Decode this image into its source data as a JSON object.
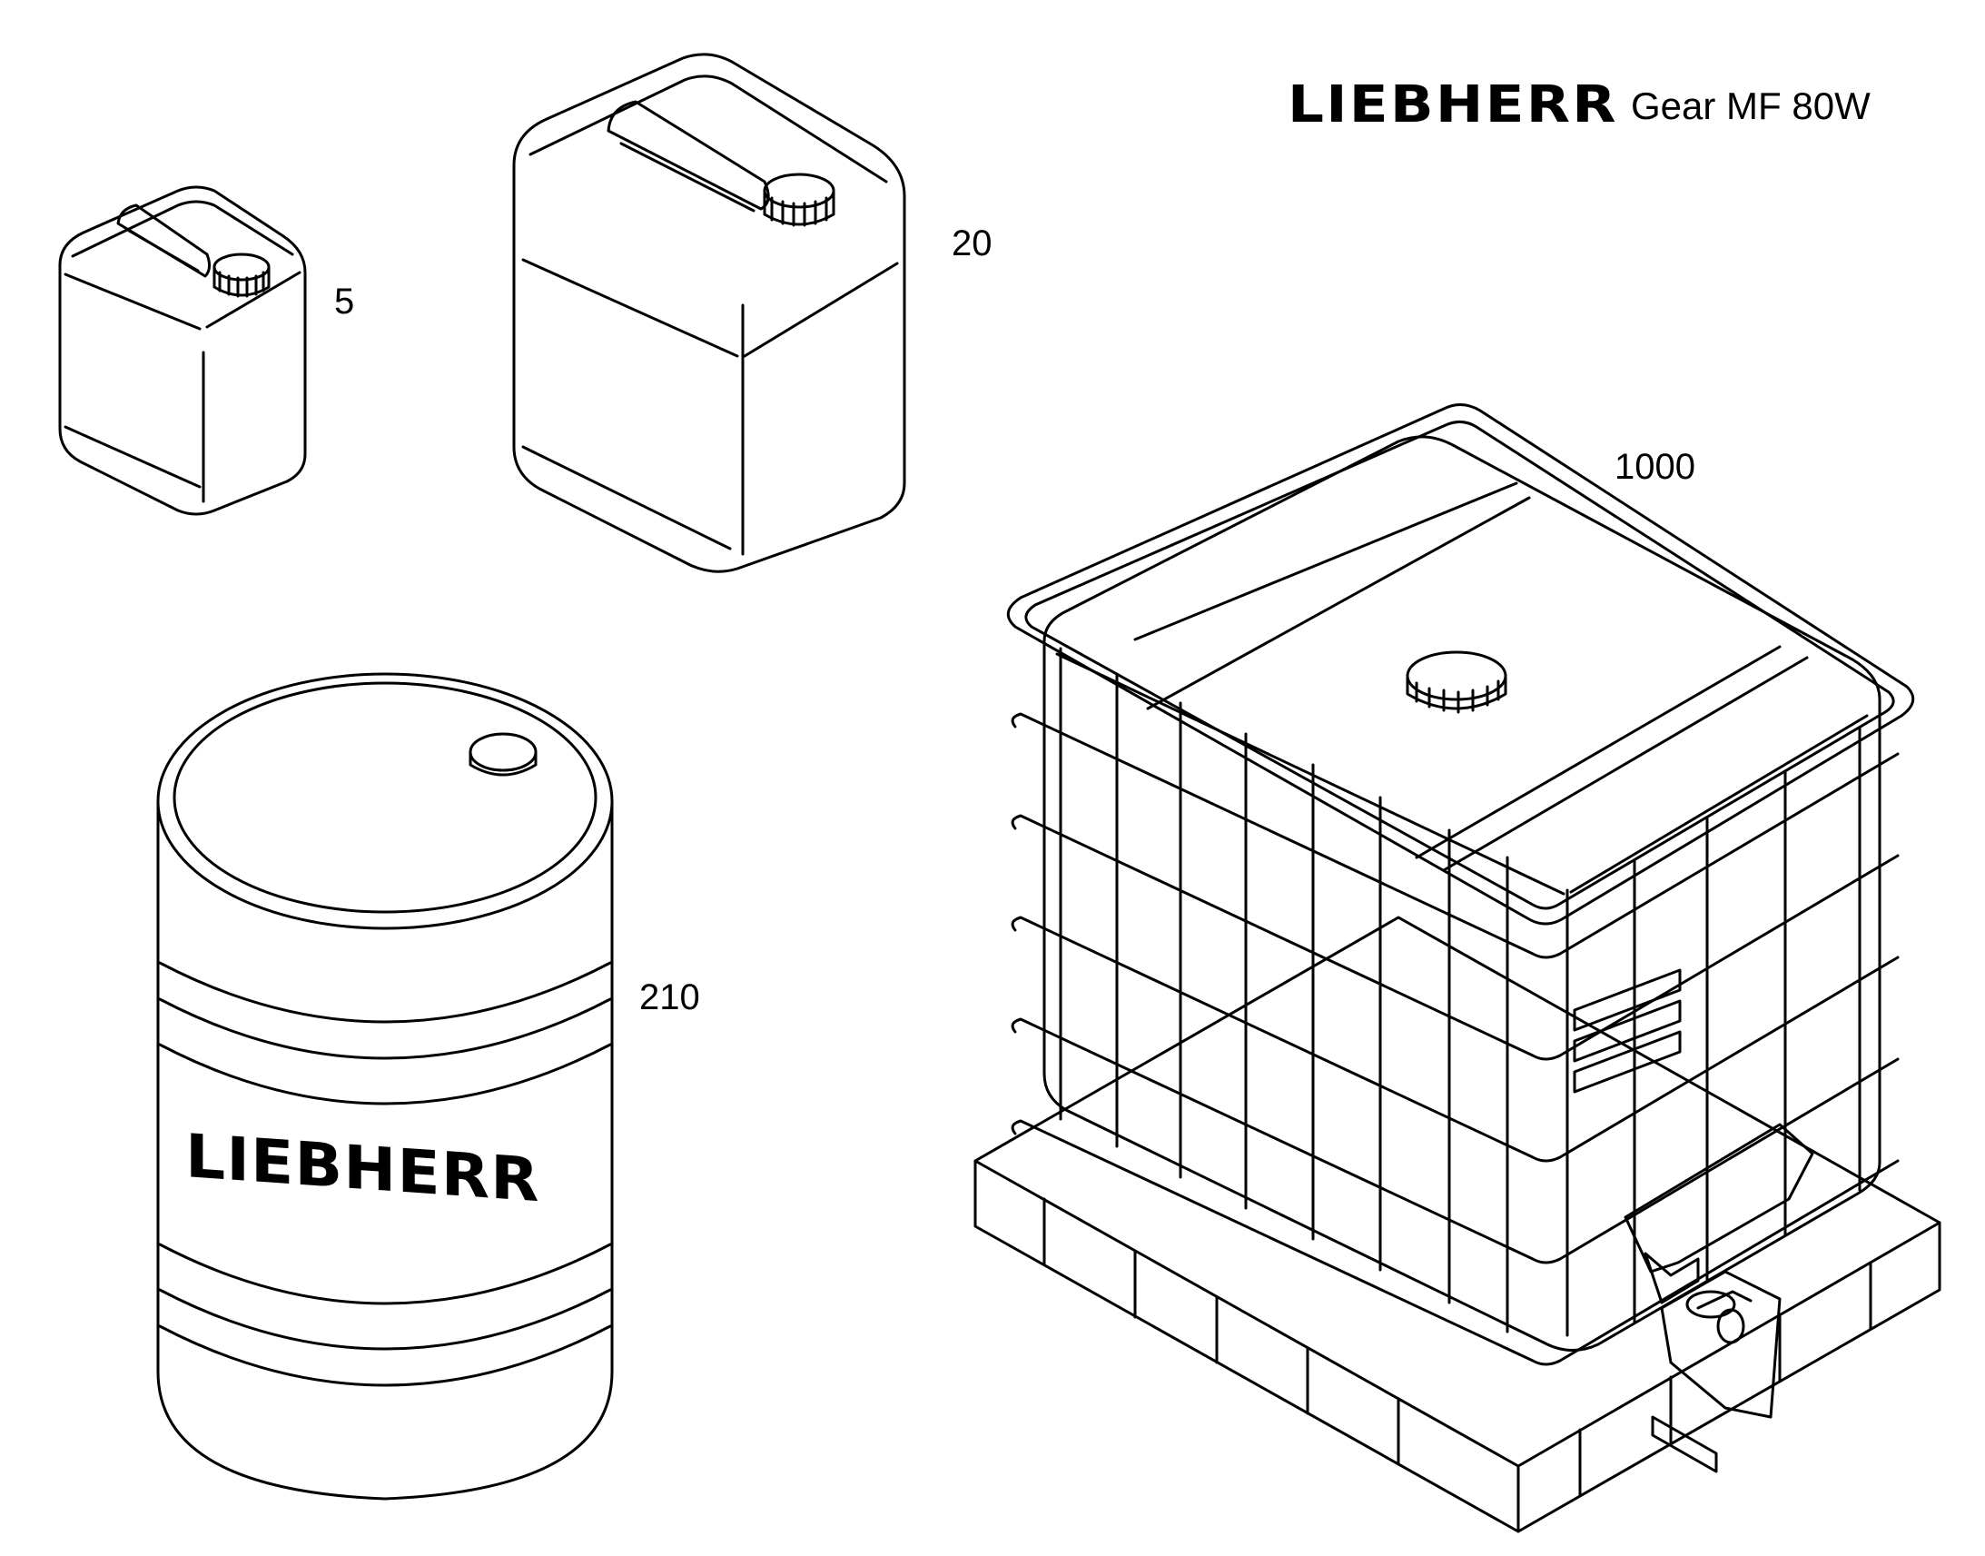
{
  "header": {
    "brand": "LIEBHERR",
    "product": "Gear MF 80W"
  },
  "containers": [
    {
      "id": "canister-small",
      "label": "5",
      "icon": "jerrycan-icon"
    },
    {
      "id": "canister-large",
      "label": "20",
      "icon": "jerrycan-icon"
    },
    {
      "id": "ibc-tote",
      "label": "1000",
      "icon": "ibc-container-icon"
    },
    {
      "id": "drum",
      "label": "210",
      "icon": "barrel-icon",
      "brand_print": "LIEBHERR"
    }
  ],
  "colors": {
    "line": "#000000",
    "background": "#ffffff"
  }
}
